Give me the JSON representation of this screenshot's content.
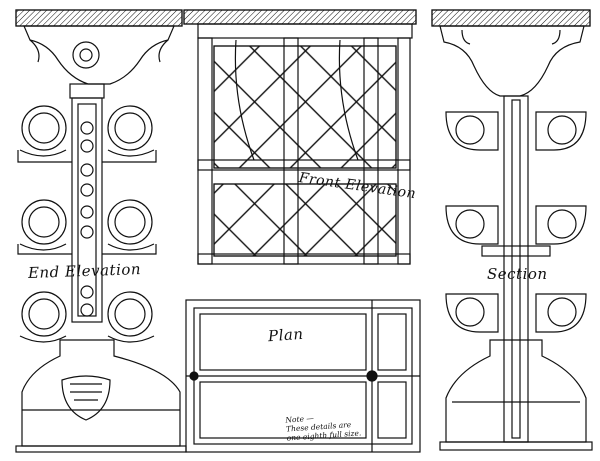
{
  "drawing": {
    "end_elevation_label": "End Elevation",
    "front_elevation_label": "Front Elevation",
    "section_label": "Section",
    "plan_label": "Plan",
    "note": {
      "line1": "Note —",
      "line2": "These details are",
      "line3": "one eighth full size."
    }
  },
  "colors": {
    "ink": "#111111",
    "paper": "#ffffff"
  }
}
